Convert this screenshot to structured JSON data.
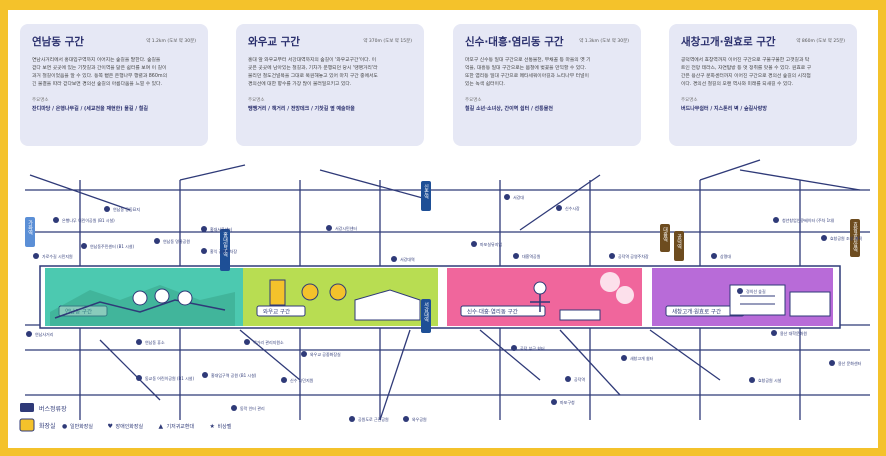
{
  "cards": [
    {
      "title": "연남동 구간",
      "distance": "약 1.2km (도보 약 30분)",
      "desc": [
        "연남사거리에서 홍대입구역까지 이어지는 숲길을 말한다. 숲길을",
        "걷다 보면 곳곳에 있는 기찻길과 간이역을 닮은 쉼터를 보며 이 길이",
        "과거 철길이었음을 알 수 있다. 동쪽 뻗은 은행나무 행렬과 860m의",
        "긴 물결을 따라 걷다보면 경의선 숲길의 아름다움을 느낄 수 있다."
      ],
      "places_label": "주요명소",
      "places": "잔디마당 / 은행나무길 / (세교천을 재현한) 물길 / 철길"
    },
    {
      "title": "와우교 구간",
      "distance": "약 370m (도보 약 15분)",
      "desc": [
        "홍대 앞 와우교부터 서강대역까지의 숲길이 '와우교구간'이다. 이",
        "곳은 곳곳에 남아있는 철길과, 기차가 운행되던 당시 '땡땡거리'라",
        "불리던 철도건널목을 그대로 복원해놓고 있어 마치 구간 중에서도",
        "경의선에 대한 향수를 가장 많이 불러일으키고 있다."
      ],
      "places_label": "주요명소",
      "places": "땡땡거리 / 책거리 / 전망데크 / 기찻길 옆 예술마을"
    },
    {
      "title": "신수·대흥·염리동 구간",
      "distance": "약 1.3km (도보 약 30분)",
      "desc": [
        "마포구 신수동 일대 구간으로 선통물천, 부채꼴 등 마을의 옛 기",
        "억을, 대흥동 일대 구간으로는 봄철에 벚꽃을 만끽할 수 있다.",
        "또한 염리동 일대 구간으로 메타세쿼이아길과 느티나무 터널이",
        "있는 녹색 쉼터이다."
      ],
      "places_label": "주요명소",
      "places": "철길 소년·소녀상, 간이역 쉼터 / 선통물천"
    },
    {
      "title": "새창고개·원효로 구간",
      "distance": "약 860m (도보 약 25분)",
      "desc": [
        "공덕역에서 효창역까지 이어진 구간으로 구불구불한 고갯길과 탁",
        "트인 전망 테라스, 자연탐방 등 멋 정취를 맛볼 수 있다. 원효로 구",
        "간은 용산구 문화센터까지 이어진 구간으로 경의선 숲길의 시작점",
        "이다. 경의선 철길의 오랜 역사와 미래를 되새길 수 있다."
      ],
      "places_label": "주요명소",
      "places": "버드나무쉼터 / 지스톤리 벽 / 숲길사랑방"
    }
  ],
  "stations": [
    {
      "name": "가좌역",
      "color": "#5b8fd6"
    },
    {
      "name": "홍대입구역",
      "color": "#1e4f96"
    },
    {
      "name": "서강대역",
      "color": "#1e4f96"
    },
    {
      "name": "신촌역",
      "color": "#1e4f96"
    },
    {
      "name": "대흥역",
      "color": "#6d4c1f"
    },
    {
      "name": "공덕역",
      "color": "#6d4c1f"
    },
    {
      "name": "효창공원앞역",
      "color": "#6d4c1f"
    }
  ],
  "sections": [
    {
      "name": "연남동 구간",
      "color": "#4cc9b0"
    },
    {
      "name": "와우교 구간",
      "color": "#b8dd52"
    },
    {
      "name": "신수·대흥·염리동 구간",
      "color": "#f0669c"
    },
    {
      "name": "새창고개·원효로 구간",
      "color": "#b86bd8"
    }
  ],
  "labels": {
    "yeonnam_park": "연남동 공동묘지",
    "ginkgo": "은행나무 어린이공원 (B1 시설)",
    "ginkgo_toilet": "연남동주민센터 (B1 시설)",
    "seoul_park": "연남동 명물공원",
    "yeonnam_bus": "가로수길 시민지원",
    "yeonnam_st": "연남사거리",
    "bungalow": "연남동 휴소",
    "dongkyo": "동교동 어린이공원 (B1 시설)",
    "hongdae_gate": "홍대입구역 공원 (B1 시설)",
    "sinchon_pub": "홍대서울센터",
    "hongik_st": "홍익 공용주차장",
    "wawu_rest": "책거리 관리지원소",
    "wawu_toilet": "와우교 공중화장실",
    "sinsoo": "신수 시민지원",
    "seogang_pk": "서강대역",
    "dongmak": "동막 인터 관리",
    "sogang_u": "서강대",
    "sinsu_market": "신수시장",
    "muhak": "마포실뮤지엄",
    "daeheung_park": "대흥역공원",
    "gongdeok_rest": "공덕 부근 쉼터",
    "gongdeok_toilet": "공덕역 공영주차장",
    "saechang_st": "공덕역",
    "ewha": "새창고개 쉼터",
    "hyochang_sign": "청년창업인큐베이터 (주차 1대)",
    "hyochang_park": "효창공원 조성 계획",
    "yongsan_center": "용산 문화센터",
    "yongsan_pk": "용산 대학문화원",
    "sangmyeong": "상명대",
    "hyochang_pos": "효창공원 시설",
    "mapo_office": "마포구청",
    "bus_stop": "버스정류장",
    "seogang_cross": "서강시민센터",
    "gyeongui_line": "경의선 숲길",
    "park_road": "공원도로 근린공원",
    "gongwon": "와우공원"
  },
  "legend": {
    "bus_label": "버스정류장",
    "toilet_label": "화장실",
    "items": [
      "일반화장실",
      "장애인화장실",
      "기저귀교환대",
      "비상벨"
    ]
  }
}
